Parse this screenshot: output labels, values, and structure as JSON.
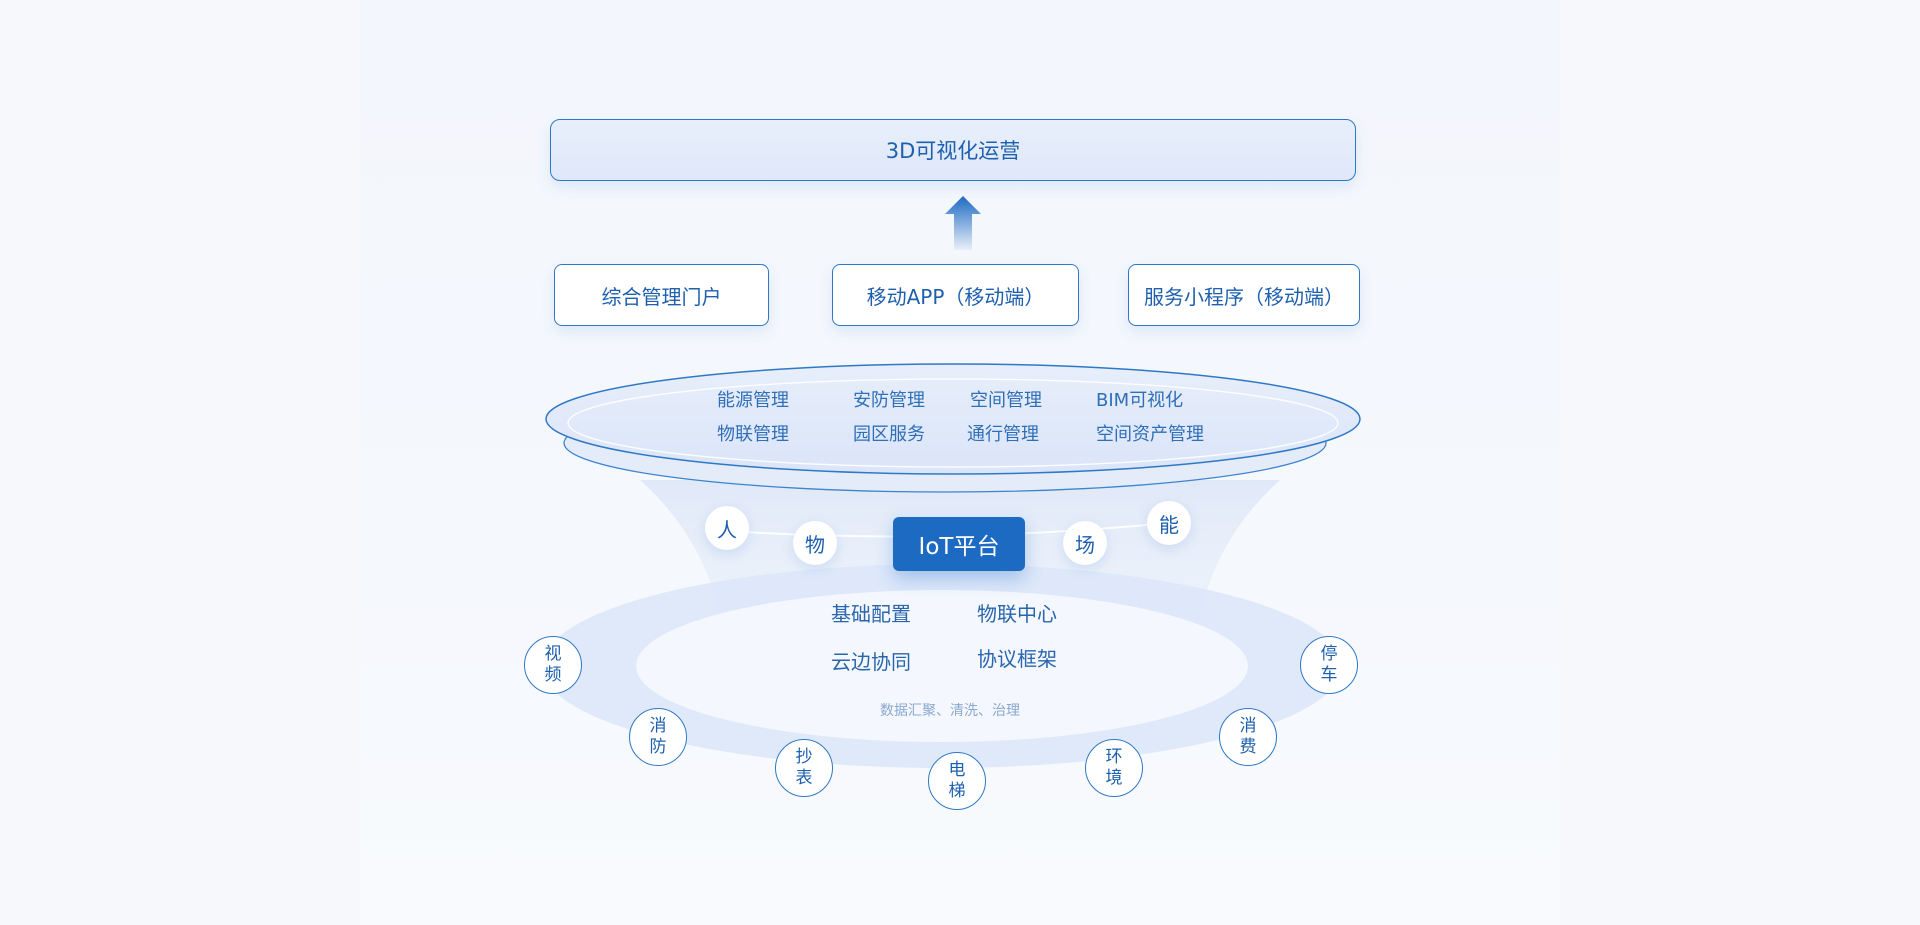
{
  "top_layer": {
    "label": "3D可视化运营"
  },
  "app_layer": [
    {
      "label": "综合管理门户"
    },
    {
      "label": "移动APP（移动端）"
    },
    {
      "label": "服务小程序（移动端）"
    }
  ],
  "business_modules": [
    "能源管理",
    "安防管理",
    "空间管理",
    "BIM可视化",
    "物联管理",
    "园区服务",
    "通行管理",
    "空间资产管理"
  ],
  "iot": {
    "platform_label": "IoT平台",
    "dimensions": [
      "人",
      "物",
      "场",
      "能"
    ],
    "features": [
      "基础配置",
      "物联中心",
      "云边协同",
      "协议框架"
    ],
    "caption": "数据汇聚、清洗、治理"
  },
  "devices": [
    {
      "line1": "视",
      "line2": "频"
    },
    {
      "line1": "消",
      "line2": "防"
    },
    {
      "line1": "抄",
      "line2": "表"
    },
    {
      "line1": "电",
      "line2": "梯"
    },
    {
      "line1": "环",
      "line2": "境"
    },
    {
      "line1": "消",
      "line2": "费"
    },
    {
      "line1": "停",
      "line2": "车"
    }
  ],
  "colors": {
    "primary": "#1c6ac2",
    "border": "#2f78c6",
    "text": "#1e5fae",
    "ring": "#dde7f9"
  }
}
